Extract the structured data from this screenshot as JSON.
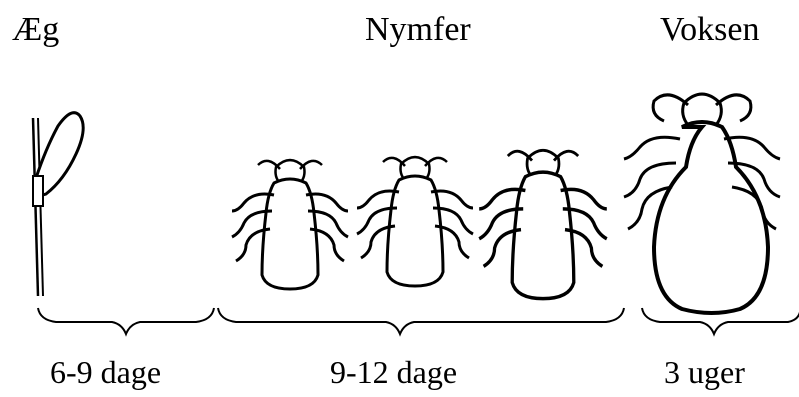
{
  "stages": [
    {
      "label": "Æg",
      "duration": "6-9 dage"
    },
    {
      "label": "Nymfer",
      "duration": "9-12 dage"
    },
    {
      "label": "Voksen",
      "duration": "3 uger"
    }
  ],
  "colors": {
    "ink": "#000000",
    "background": "#ffffff"
  }
}
